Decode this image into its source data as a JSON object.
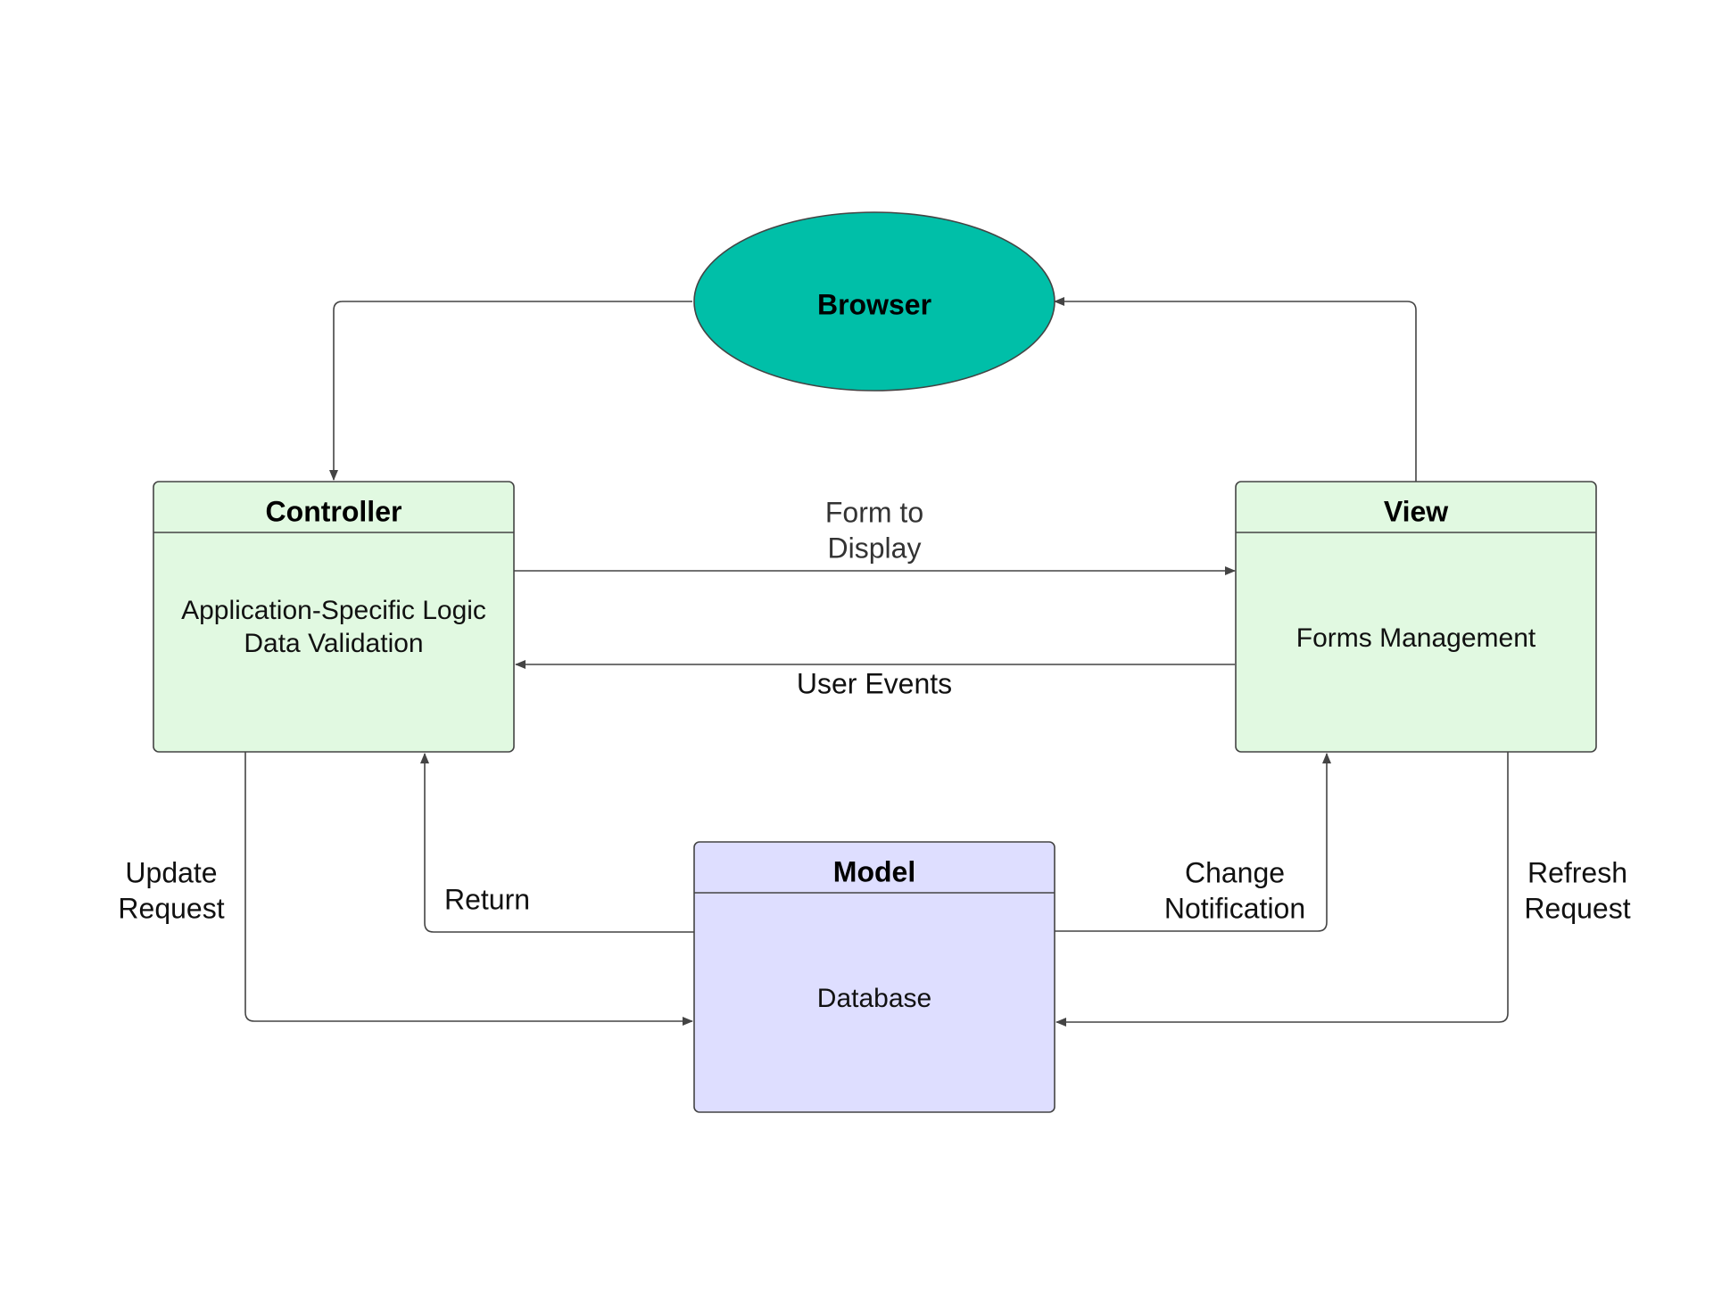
{
  "colors": {
    "browser_fill": "#00BFA8",
    "box_green_fill": "#E1F9E1",
    "box_purple_fill": "#DEDEFF",
    "stroke": "#444444",
    "text": "#111111"
  },
  "nodes": {
    "browser": {
      "label": "Browser"
    },
    "controller": {
      "title": "Controller",
      "body": [
        "Application-Specific Logic",
        "Data Validation"
      ]
    },
    "view": {
      "title": "View",
      "body": [
        "Forms Management"
      ]
    },
    "model": {
      "title": "Model",
      "body": [
        "Database"
      ]
    }
  },
  "edges": {
    "form_to_display": [
      "Form to",
      "Display"
    ],
    "user_events": [
      "User Events"
    ],
    "update_request": [
      "Update",
      "Request"
    ],
    "return": [
      "Return"
    ],
    "change_notification": [
      "Change",
      "Notification"
    ],
    "refresh_request": [
      "Refresh",
      "Request"
    ]
  }
}
